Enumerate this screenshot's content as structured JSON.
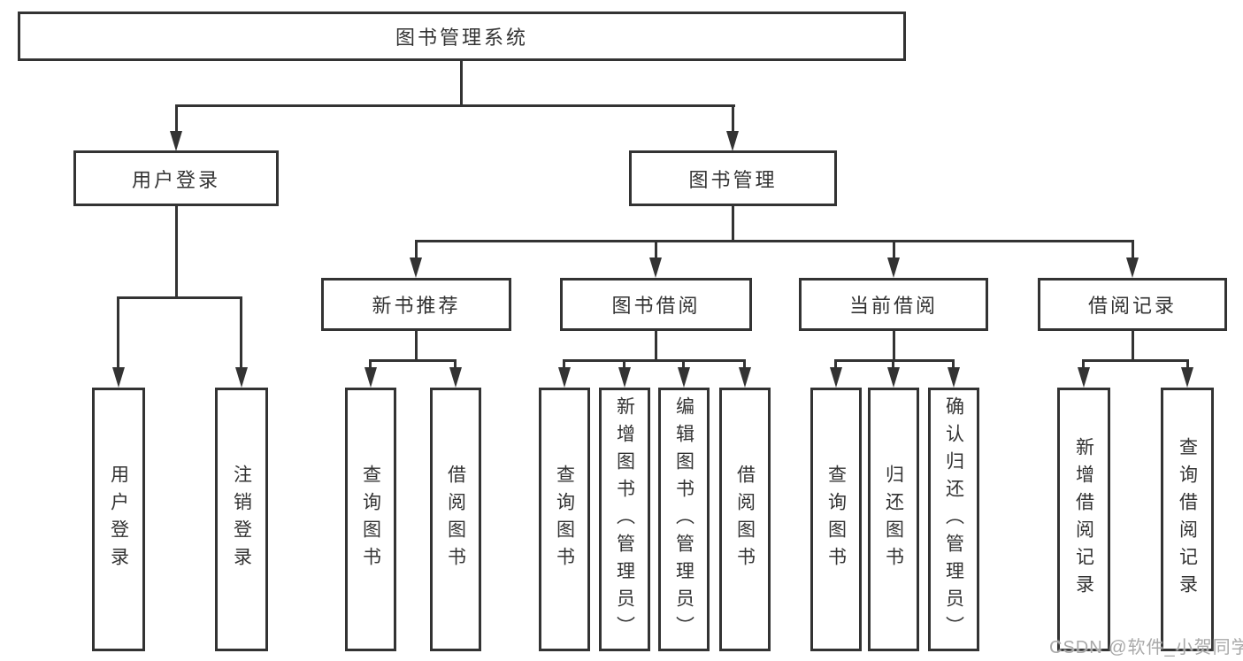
{
  "diagram": {
    "title": "图书管理系统",
    "level2": [
      {
        "label": "用户登录"
      },
      {
        "label": "图书管理"
      }
    ],
    "level3": [
      {
        "label": "新书推荐",
        "parent": "图书管理"
      },
      {
        "label": "图书借阅",
        "parent": "图书管理"
      },
      {
        "label": "当前借阅",
        "parent": "图书管理"
      },
      {
        "label": "借阅记录",
        "parent": "图书管理"
      }
    ],
    "leaves": [
      {
        "label": "用户登录",
        "parent": "用户登录"
      },
      {
        "label": "注销登录",
        "parent": "用户登录"
      },
      {
        "label": "查询图书",
        "parent": "新书推荐"
      },
      {
        "label": "借阅图书",
        "parent": "新书推荐"
      },
      {
        "label": "查询图书",
        "parent": "图书借阅"
      },
      {
        "label": "新增图书（管理员）",
        "parent": "图书借阅"
      },
      {
        "label": "编辑图书（管理员）",
        "parent": "图书借阅"
      },
      {
        "label": "借阅图书",
        "parent": "图书借阅"
      },
      {
        "label": "查询图书",
        "parent": "当前借阅"
      },
      {
        "label": "归还图书",
        "parent": "当前借阅"
      },
      {
        "label": "确认归还（管理员）",
        "parent": "当前借阅"
      },
      {
        "label": "新增借阅记录",
        "parent": "借阅记录"
      },
      {
        "label": "查询借阅记录",
        "parent": "借阅记录"
      }
    ]
  },
  "watermark": {
    "text": "CSDN @软件_小贺同学"
  },
  "colors": {
    "line": "#333333",
    "text": "#333333",
    "box_fill": "#ffffff",
    "watermark": "#a9a9a9",
    "background": "#ffffff"
  }
}
